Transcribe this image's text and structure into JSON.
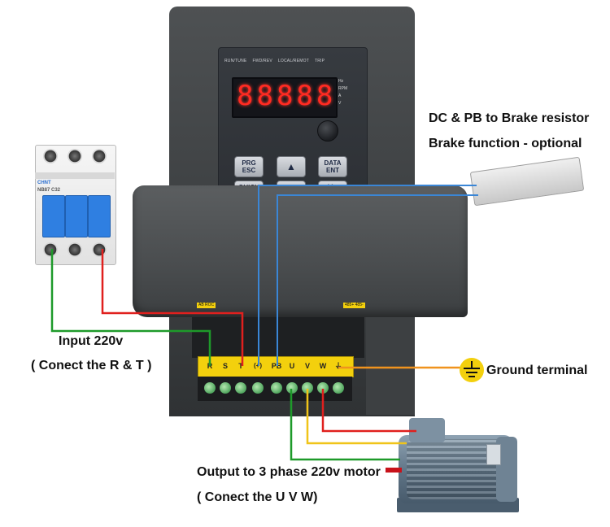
{
  "panel": {
    "status_labels": [
      "RUN/TUNE",
      "FWD/REV",
      "LOCAL/REMOT",
      "TRIP"
    ],
    "display_digits": "88888",
    "unit_labels": [
      "Hz",
      "RPM",
      "A",
      "V"
    ],
    "keys": {
      "prg": "PRG",
      "esc": "ESC",
      "up": "▲",
      "data": "DATA",
      "ent": "ENT",
      "quick": "QUICK",
      "down": "▼",
      "shift": "≫"
    }
  },
  "breaker": {
    "brand": "CHNT",
    "model": "NB87",
    "rating": "C32"
  },
  "terminals": [
    "R",
    "S",
    "T",
    "(+)",
    "PB",
    "U",
    "V",
    "W",
    "⏚"
  ],
  "tags": {
    "left": "AB ROC",
    "right": "485+ 485-"
  },
  "annotations": {
    "brake_line1": "DC & PB to Brake resistor",
    "brake_line2": "Brake function - optional",
    "input_line1": "Input 220v",
    "input_line2": "( Conect the R & T )",
    "ground": "Ground terminal",
    "output_line1": "Output to 3 phase 220v motor",
    "output_line2": "( Conect the U V W)"
  },
  "colors": {
    "vfd_body": "#4a4d4f",
    "terminal_strip": "#f3d00d",
    "led": "#ff2a22",
    "wire_red": "#e0201e",
    "wire_green": "#1e9a2a",
    "wire_blue": "#3a86d6",
    "wire_yellow": "#f0c419",
    "wire_orange": "#f0931e",
    "breaker_toggle": "#2f7fe1"
  }
}
